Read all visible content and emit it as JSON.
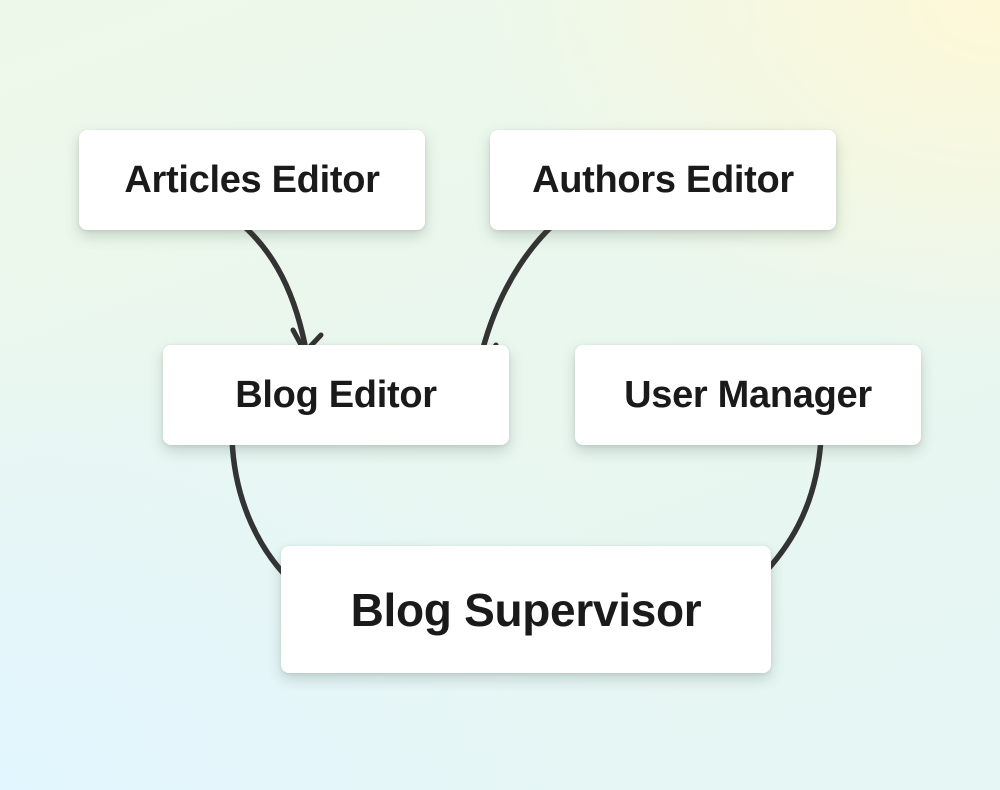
{
  "nodes": {
    "articles_editor": "Articles Editor",
    "authors_editor": "Authors Editor",
    "blog_editor": "Blog Editor",
    "user_manager": "User Manager",
    "blog_supervisor": "Blog Supervisor"
  },
  "edges": [
    {
      "from": "Articles Editor",
      "to": "Blog Editor"
    },
    {
      "from": "Authors Editor",
      "to": "Blog Editor"
    },
    {
      "from": "Blog Editor",
      "to": "Blog Supervisor"
    },
    {
      "from": "User Manager",
      "to": "Blog Supervisor"
    }
  ],
  "colors": {
    "node_background": "#ffffff",
    "node_text": "#1a1a1a",
    "arrow": "#333333"
  }
}
